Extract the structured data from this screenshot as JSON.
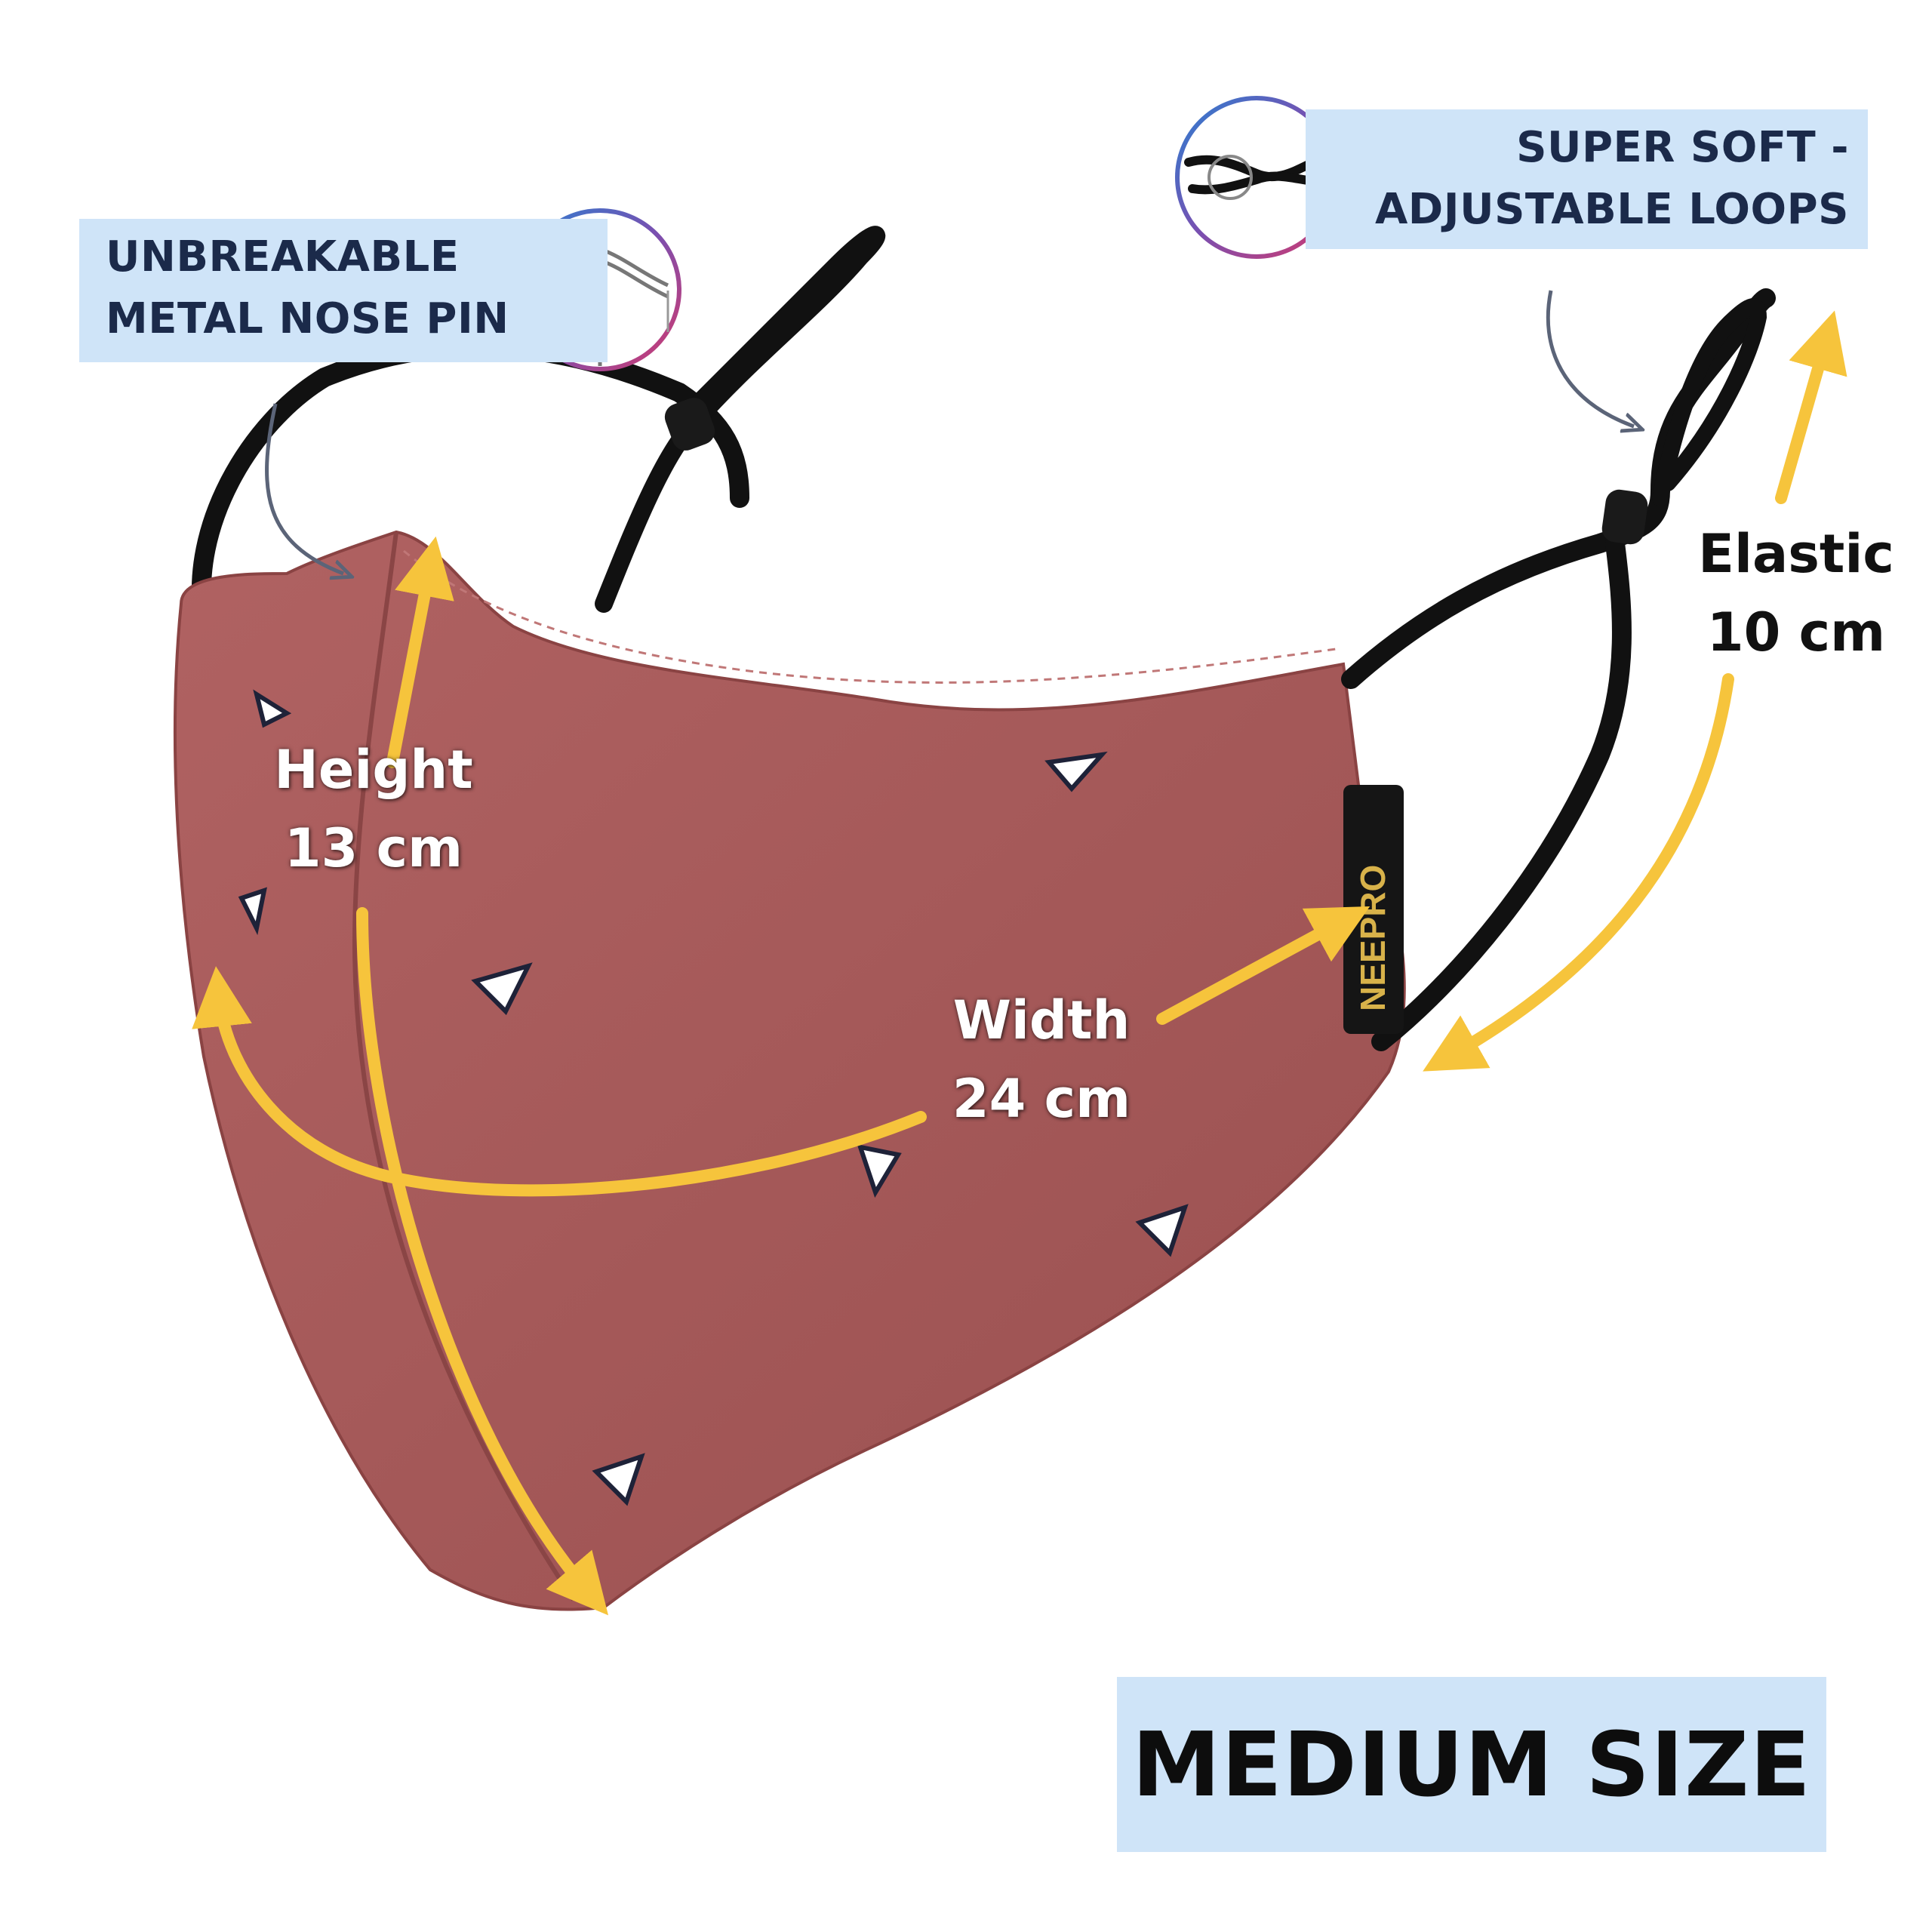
{
  "callouts": {
    "nose_pin": {
      "line1": "UNBREAKABLE",
      "line2": "METAL NOSE PIN",
      "icon": "nose-pin-icon"
    },
    "loops": {
      "line1": "SUPER SOFT -",
      "line2": "ADJUSTABLE LOOPS",
      "icon": "ear-loop-icon"
    }
  },
  "dimensions": {
    "height": {
      "label": "Height",
      "value": "13 cm"
    },
    "width": {
      "label": "Width",
      "value": "24 cm"
    },
    "elastic": {
      "label": "Elastic",
      "value": "10 cm"
    }
  },
  "brand_tag": "NEEPRO",
  "size_label": "MEDIUM SIZE",
  "colors": {
    "mask": "#a65a5a",
    "arrow": "#f6c43c",
    "callout_bg": "#cfe4f8",
    "callout_text": "#1b2a4a",
    "strap": "#111111"
  }
}
